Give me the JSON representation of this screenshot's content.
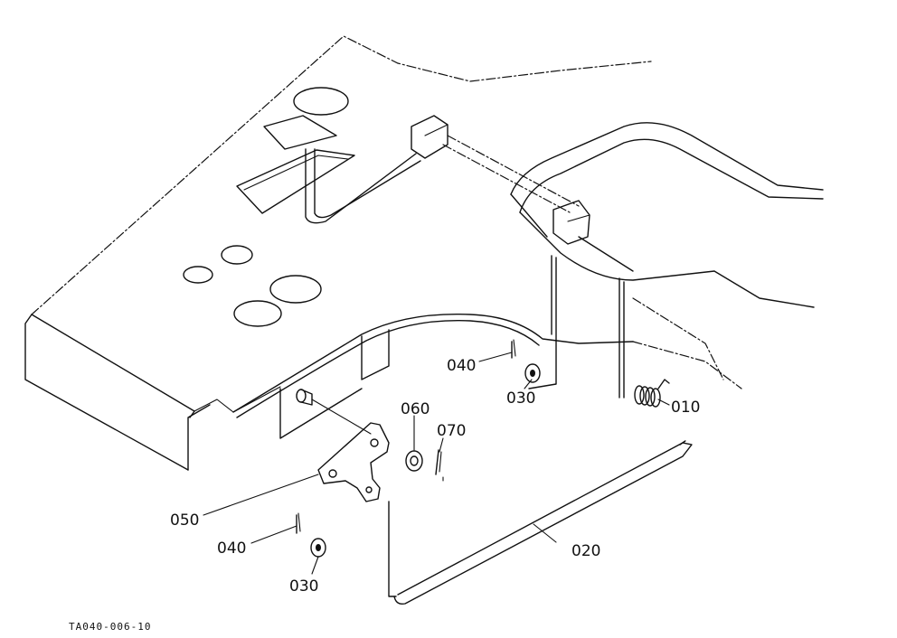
{
  "parts": [
    {
      "id": "p010",
      "label": "010"
    },
    {
      "id": "p020",
      "label": "020"
    },
    {
      "id": "p030a",
      "label": "030"
    },
    {
      "id": "p030b",
      "label": "030"
    },
    {
      "id": "p040a",
      "label": "040"
    },
    {
      "id": "p040b",
      "label": "040"
    },
    {
      "id": "p050",
      "label": "050"
    },
    {
      "id": "p060",
      "label": "060"
    },
    {
      "id": "p070",
      "label": "070"
    }
  ],
  "figure_code": "TA040-006-10"
}
